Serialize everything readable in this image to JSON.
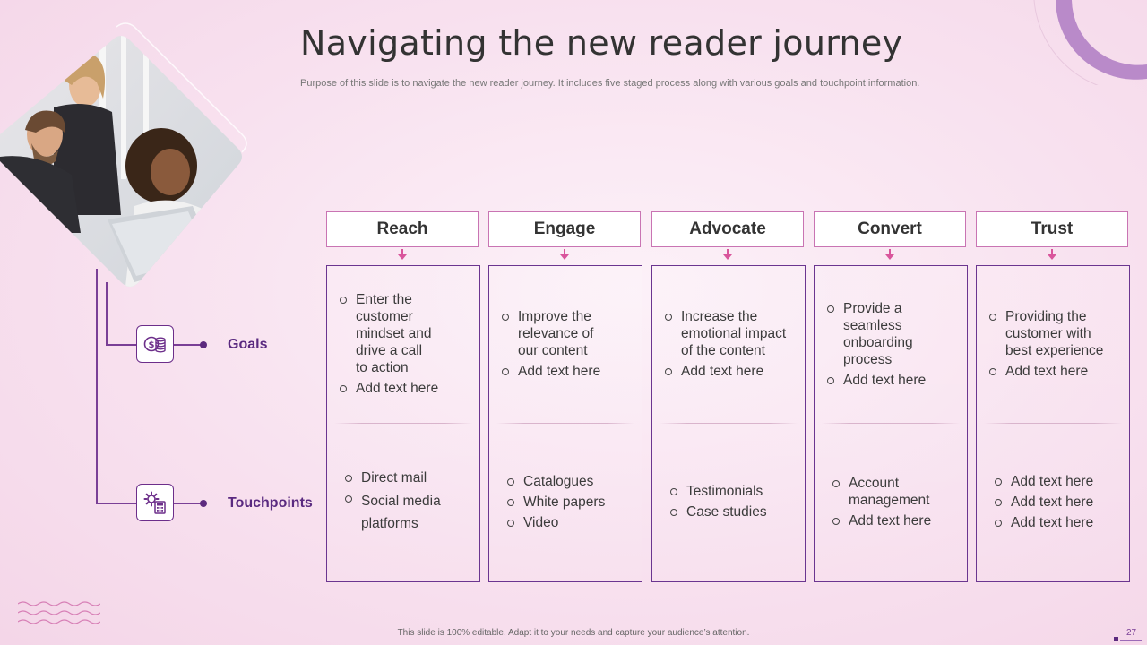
{
  "slide": {
    "title": "Navigating the new reader journey",
    "subtitle": "Purpose of this slide is to navigate the new reader journey. It includes five staged process along with various goals and touchpoint information.",
    "footer": "This slide is 100% editable. Adapt it to your needs and capture your audience’s attention.",
    "page_number": "27"
  },
  "rows": {
    "goals_label": "Goals",
    "touchpoints_label": "Touchpoints"
  },
  "stages": [
    {
      "header": "Reach",
      "goals": [
        "Enter the customer mindset and drive a call to action",
        "Add text here"
      ],
      "touchpoints": [
        "Direct mail",
        "Social media platforms"
      ]
    },
    {
      "header": "Engage",
      "goals": [
        "Improve the relevance of our content",
        "Add text here"
      ],
      "touchpoints": [
        "Catalogues",
        "White papers",
        "Video"
      ]
    },
    {
      "header": "Advocate",
      "goals": [
        "Increase the emotional impact of the content",
        "Add text here"
      ],
      "touchpoints": [
        "Testimonials",
        "Case studies"
      ]
    },
    {
      "header": "Convert",
      "goals": [
        "Provide a seamless onboarding process",
        "Add text here"
      ],
      "touchpoints": [
        "Account management",
        "Add text here"
      ]
    },
    {
      "header": "Trust",
      "goals": [
        "Providing the customer with best experience",
        "Add text here"
      ],
      "touchpoints": [
        "Add text here",
        "Add text here",
        "Add text here"
      ]
    }
  ],
  "colors": {
    "accent_purple": "#6b3590",
    "header_border_pink": "#c974b3",
    "arrow_pink": "#d9559c",
    "background_pink": "#f8e1ef"
  },
  "icons": {
    "goals": "coins-icon",
    "touchpoints": "gear-calculator-icon"
  }
}
